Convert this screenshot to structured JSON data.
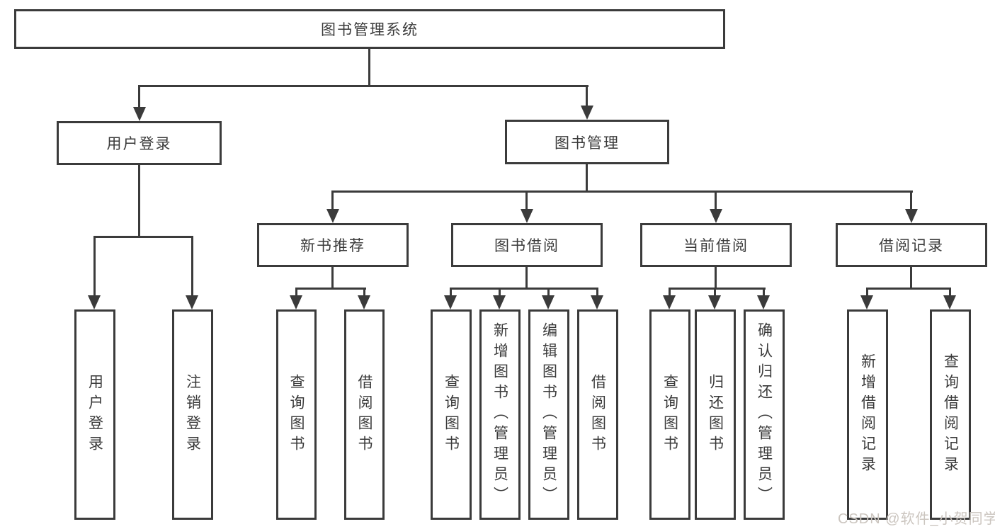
{
  "colors": {
    "line": "#3b3b3b",
    "text": "#3a3a3a",
    "background": "#ffffff",
    "watermark": "#cbc5bf"
  },
  "watermark": {
    "text": "CSDN @软件_小贺同学"
  },
  "tree": {
    "root": "图书管理系统",
    "user_login": {
      "label": "用户登录",
      "children": {
        "login": "用户登录",
        "logout": "注销登录"
      }
    },
    "book_management": {
      "label": "图书管理",
      "sections": {
        "new_book_recommend": {
          "label": "新书推荐",
          "children": {
            "query_books": "查询图书",
            "borrow_books": "借阅图书"
          }
        },
        "book_borrowing": {
          "label": "图书借阅",
          "children": {
            "query_books": "查询图书",
            "add_books_admin": "新增图书（管理员）",
            "edit_books_admin": "编辑图书（管理员）",
            "borrow_books": "借阅图书"
          }
        },
        "current_borrowing": {
          "label": "当前借阅",
          "children": {
            "query_books": "查询图书",
            "return_books": "归还图书",
            "confirm_return_admin": "确认归还（管理员）"
          }
        },
        "borrowing_records": {
          "label": "借阅记录",
          "children": {
            "add_record": "新增借阅记录",
            "query_record": "查询借阅记录"
          }
        }
      }
    }
  }
}
